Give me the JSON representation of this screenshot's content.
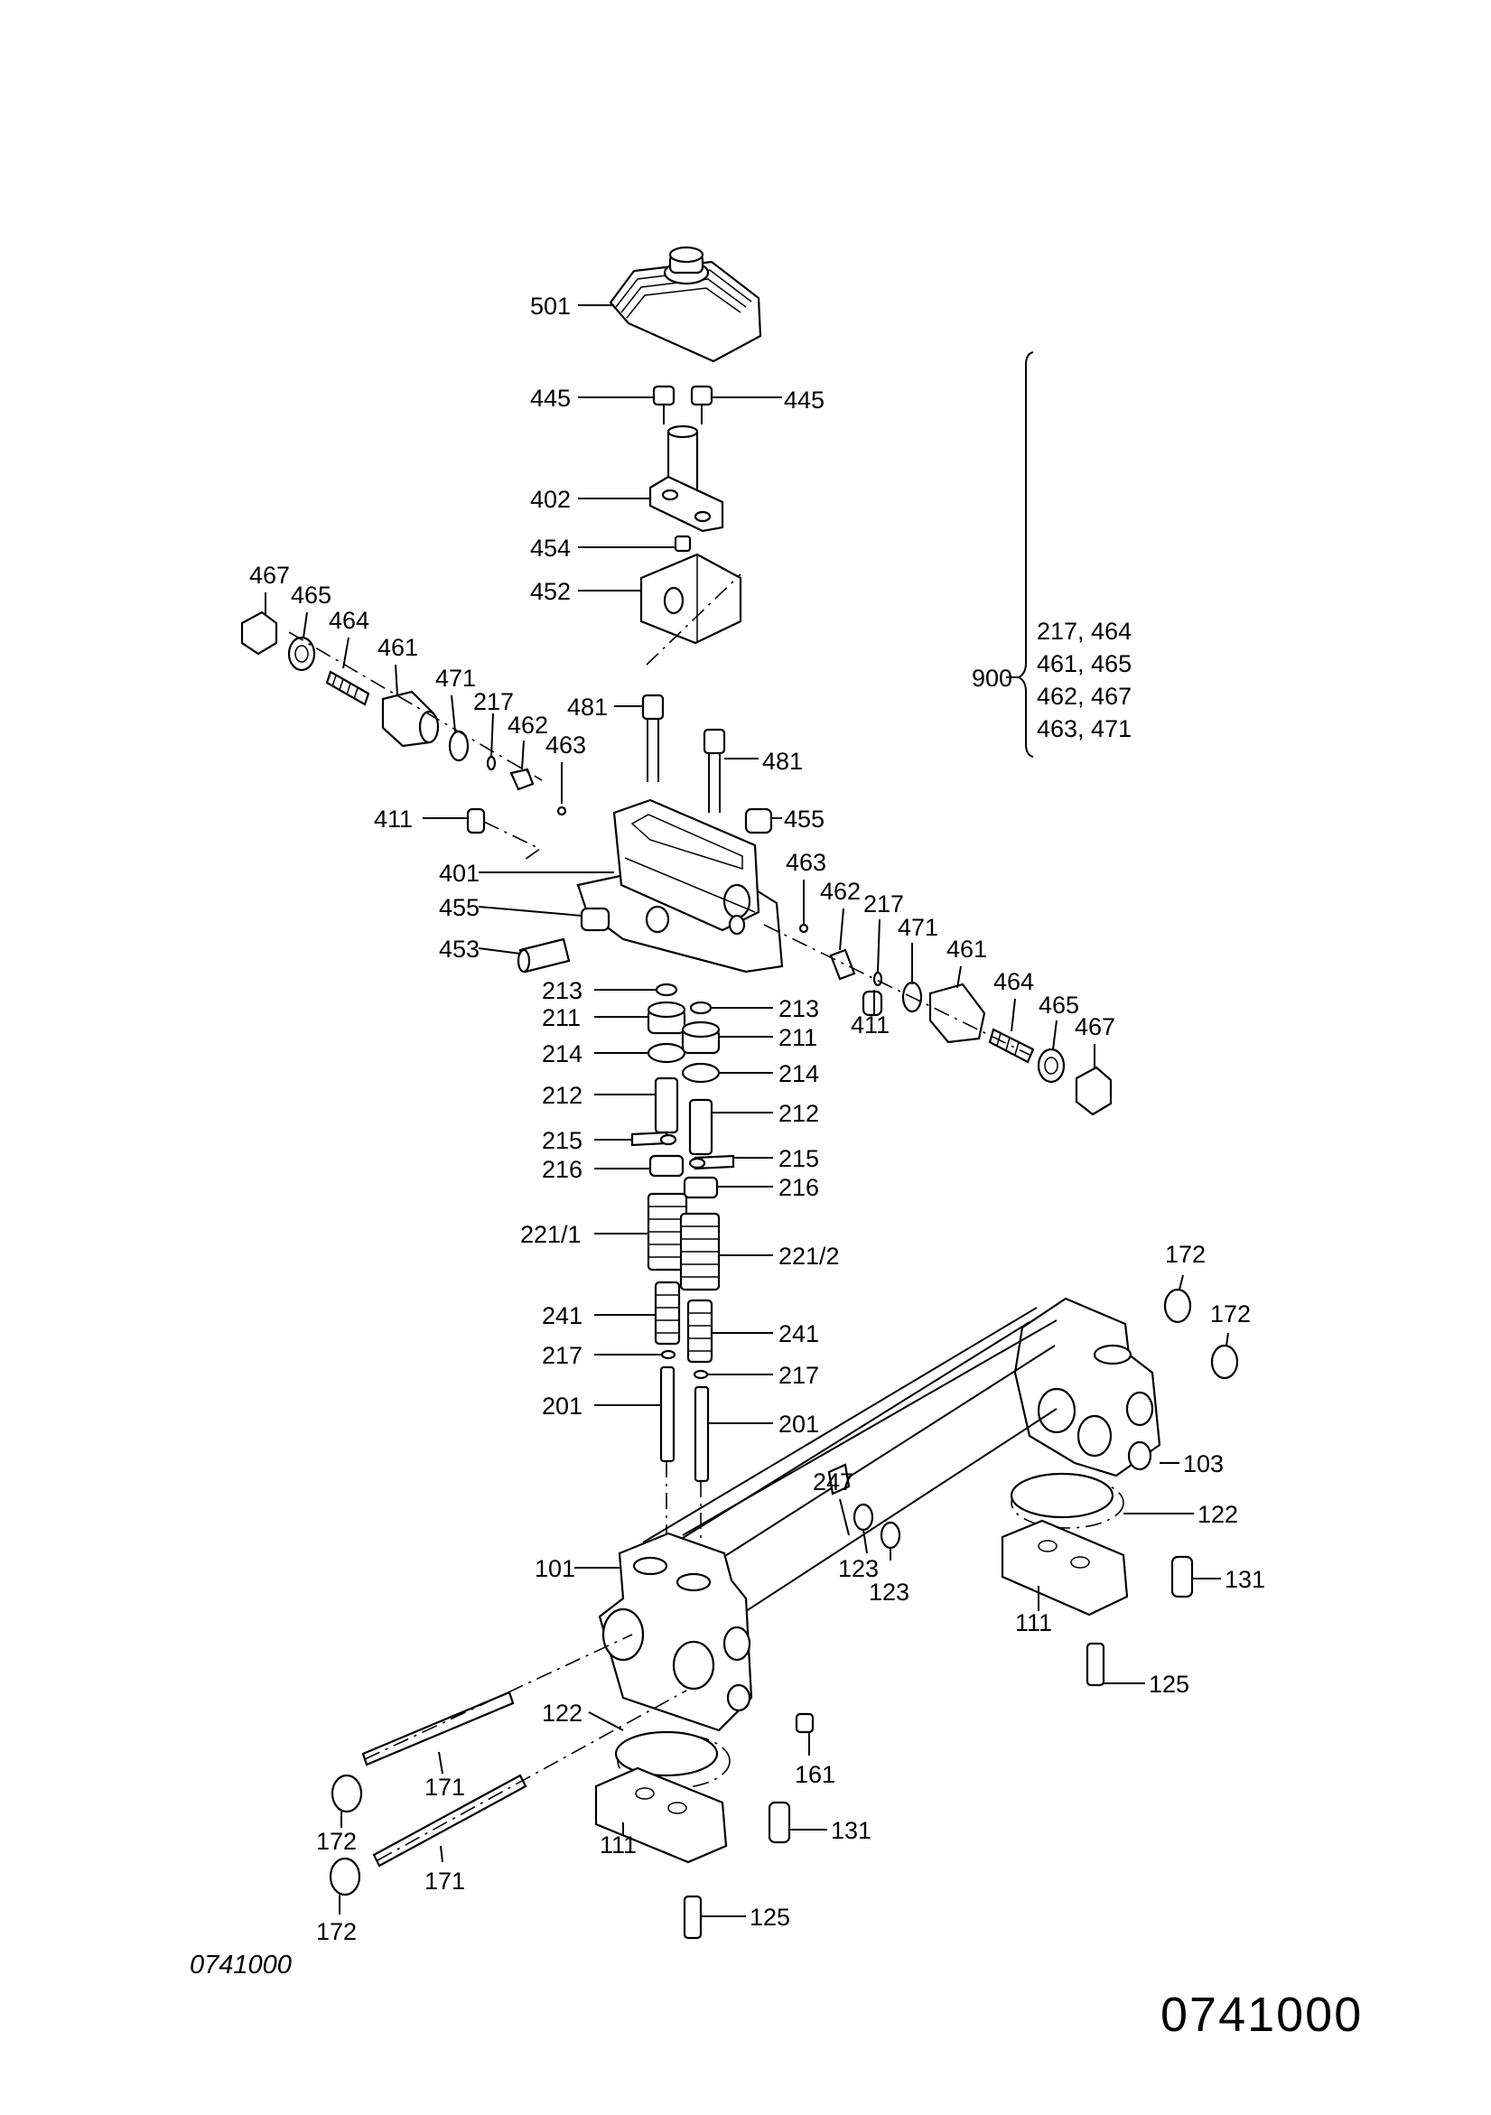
{
  "drawing_code": "0741000",
  "page_code": "0741000",
  "kit": {
    "label": "900",
    "lines": [
      "217, 464",
      "461, 465",
      "462, 467",
      "463, 471"
    ]
  },
  "callouts": [
    "501",
    "445",
    "445",
    "402",
    "454",
    "452",
    "467",
    "465",
    "464",
    "461",
    "471",
    "217",
    "462",
    "463",
    "481",
    "481",
    "411",
    "455",
    "401",
    "455",
    "453",
    "463",
    "462",
    "217",
    "471",
    "461",
    "464",
    "465",
    "467",
    "411",
    "213",
    "211",
    "214",
    "212",
    "215",
    "216",
    "213",
    "211",
    "214",
    "212",
    "215",
    "216",
    "221/1",
    "221/2",
    "241",
    "241",
    "217",
    "217",
    "201",
    "201",
    "172",
    "172",
    "103",
    "122",
    "131",
    "111",
    "125",
    "247",
    "123",
    "123",
    "101",
    "122",
    "161",
    "171",
    "171",
    "172",
    "172",
    "111",
    "131",
    "125"
  ]
}
